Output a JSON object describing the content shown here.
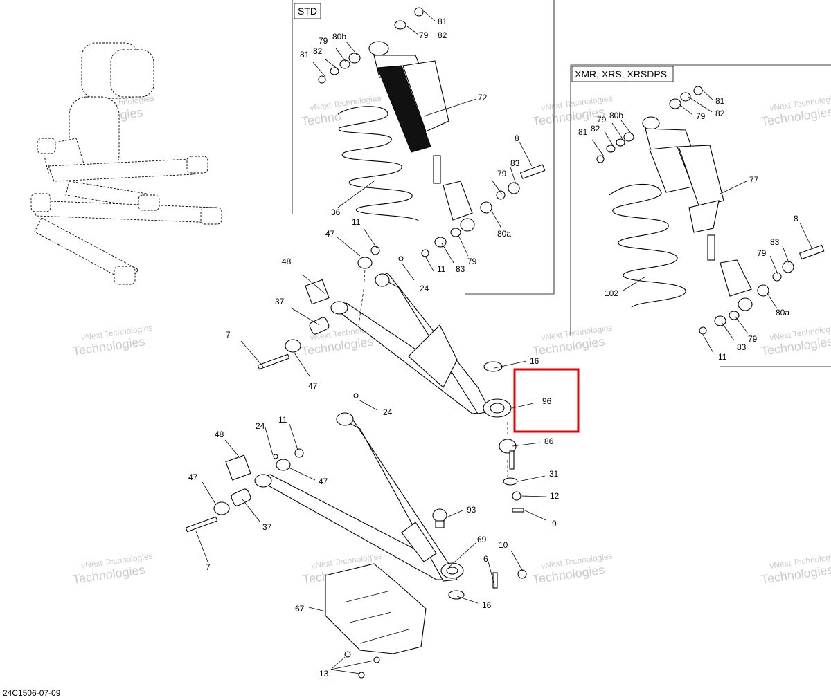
{
  "panels": {
    "std_title": "STD",
    "xmr_title": "XMR, XRS, XRSDPS"
  },
  "figure_code": "24C1506-07-09",
  "watermark": {
    "line1": "vNext Technologies",
    "line2": "Technologies"
  },
  "highlight": {
    "label": "96",
    "color": "#e00000"
  },
  "callouts": {
    "std_81": "81",
    "std_82": "82",
    "std_79a": "79",
    "std_80b": "80b",
    "std_79b": "79",
    "std_82b": "82",
    "std_81b": "81",
    "std_72": "72",
    "std_8": "8",
    "std_83": "83",
    "std_79c": "79",
    "std_36": "36",
    "std_80a": "80a",
    "std_79d": "79",
    "std_83b": "83",
    "std_11": "11",
    "x_81": "81",
    "x_82": "82",
    "x_79": "79",
    "x_79b": "79",
    "x_80b": "80b",
    "x_82b": "82",
    "x_81b": "81",
    "x_77": "77",
    "x_8": "8",
    "x_83": "83",
    "x_79c": "79",
    "x_102": "102",
    "x_80a": "80a",
    "x_79d": "79",
    "x_83b": "83",
    "x_11": "11",
    "u_47": "47",
    "u_11": "11",
    "u_48": "48",
    "u_24": "24",
    "u_37": "37",
    "u_7": "7",
    "u_47b": "47",
    "u_16": "16",
    "u_96": "96",
    "u_86": "86",
    "u_31": "31",
    "u_12": "12",
    "u_9": "9",
    "l_24": "24",
    "l_48": "48",
    "l_24b": "24",
    "l_11": "11",
    "l_47": "47",
    "l_47b": "47",
    "l_37": "37",
    "l_7": "7",
    "l_93": "93",
    "l_69": "69",
    "l_10": "10",
    "l_6": "6",
    "l_16": "16",
    "l_67": "67",
    "l_13": "13"
  }
}
